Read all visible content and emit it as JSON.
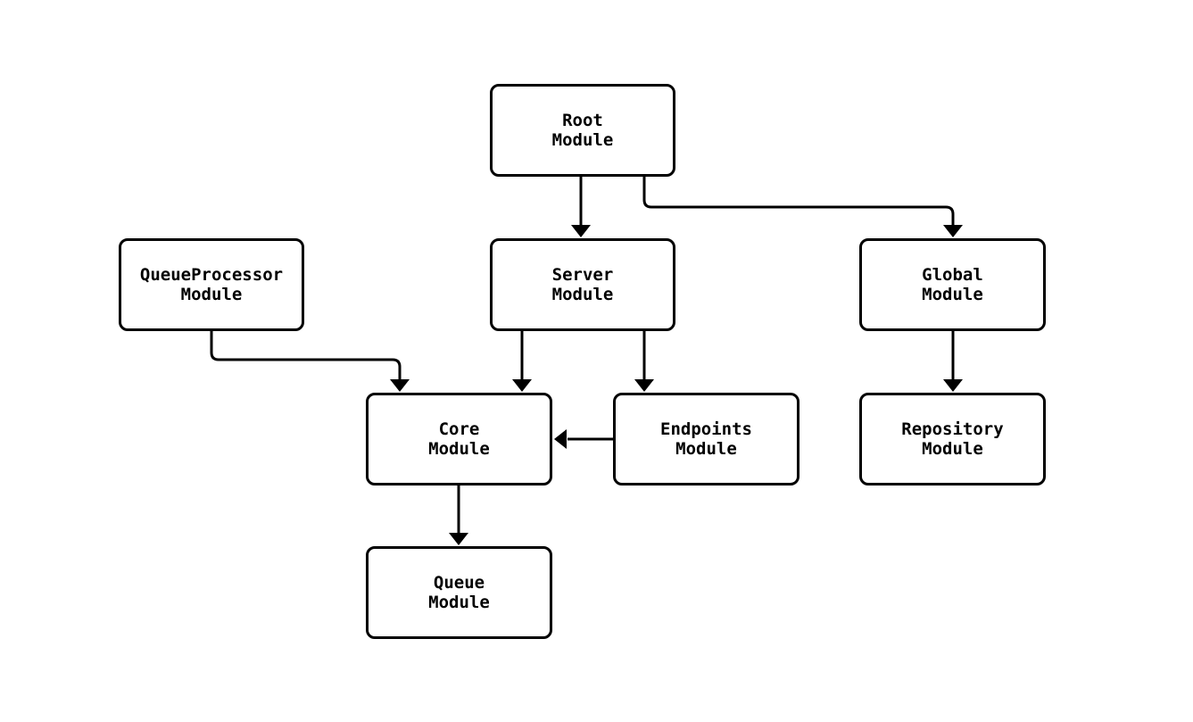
{
  "diagram": {
    "type": "flowchart",
    "direction": "top-down",
    "colors": {
      "background": "#ffffff",
      "node_fill": "#ffffff",
      "node_border": "#000000",
      "edge_line": "#000000",
      "text": "#000000"
    },
    "nodes": {
      "root": {
        "label": "Root\nModule"
      },
      "queueprocessor": {
        "label": "QueueProcessor\nModule"
      },
      "server": {
        "label": "Server\nModule"
      },
      "global": {
        "label": "Global\nModule"
      },
      "core": {
        "label": "Core\nModule"
      },
      "endpoints": {
        "label": "Endpoints\nModule"
      },
      "repository": {
        "label": "Repository\nModule"
      },
      "queue": {
        "label": "Queue\nModule"
      }
    },
    "edges": [
      {
        "from": "Root Module",
        "to": "Server Module"
      },
      {
        "from": "Root Module",
        "to": "Global Module"
      },
      {
        "from": "QueueProcessor Module",
        "to": "Core Module"
      },
      {
        "from": "Server Module",
        "to": "Core Module"
      },
      {
        "from": "Server Module",
        "to": "Endpoints Module"
      },
      {
        "from": "Global Module",
        "to": "Repository Module"
      },
      {
        "from": "Endpoints Module",
        "to": "Core Module"
      },
      {
        "from": "Core Module",
        "to": "Queue Module"
      }
    ]
  }
}
